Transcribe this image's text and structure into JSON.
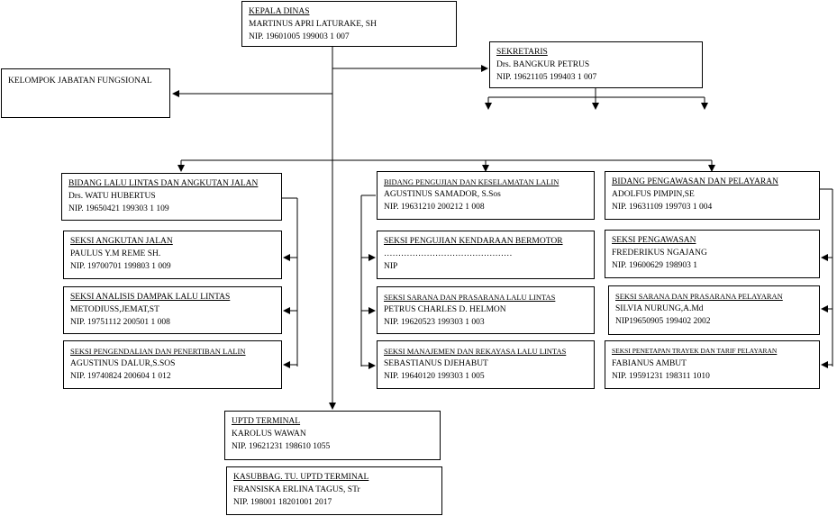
{
  "kepala": {
    "title": "KEPALA DINAS",
    "name": "MARTINUS APRI LATURAKE, SH",
    "nip": "NIP. 19601005 199003 1 007"
  },
  "sekretaris": {
    "title": "SEKRETARIS",
    "name": "Drs. BANGKUR PETRUS",
    "nip": "NIP. 19621105 199403 1 007"
  },
  "fungsional": {
    "title": "KELOMPOK JABATAN FUNGSIONAL"
  },
  "bidang_llaj": {
    "title": "BIDANG LALU LINTAS DAN ANGKUTAN JALAN",
    "name": "Drs. WATU HUBERTUS",
    "nip": "NIP. 19650421 199303 1 109"
  },
  "seksi_angkutan": {
    "title": "SEKSI ANGKUTAN JALAN",
    "name": "PAULUS Y.M REME SH.",
    "nip": "NIP. 19700701 199803 1 009"
  },
  "seksi_andal": {
    "title": "SEKSI ANALISIS DAMPAK LALU LINTAS",
    "name": "METODIUSS,JEMAT,ST",
    "nip": "NIP. 19751112 200501 1 008"
  },
  "seksi_pengendalian": {
    "title": "SEKSI PENGENDALIAN DAN PENERTIBAN LALIN",
    "name": "AGUSTINUS DALUR,S.SOS",
    "nip": "NIP. 19740824 200604 1 012"
  },
  "bidang_pengujian": {
    "title": "BIDANG PENGUJIAN DAN KESELAMATAN LALIN",
    "name": "AGUSTINUS SAMADOR, S.Sos",
    "nip": "NIP. 19631210 200212 1 008"
  },
  "seksi_pengujian_kendaraan": {
    "title": "SEKSI PENGUJIAN KENDARAAN BERMOTOR",
    "name": "………………………………………",
    "nip": "NIP"
  },
  "seksi_sarpras_lalin": {
    "title": "SEKSI SARANA DAN PRASARANA LALU LINTAS",
    "name": "PETRUS CHARLES D. HELMON",
    "nip": "NIP. 19620523 199303 1 003"
  },
  "seksi_manajemen": {
    "title": "SEKSI MANAJEMEN DAN REKAYASA LALU LINTAS",
    "name": "SEBASTIANUS DJEHABUT",
    "nip": "NIP. 19640120 199303 1 005"
  },
  "bidang_pengawasan": {
    "title": "BIDANG PENGAWASAN DAN PELAYARAN",
    "name": "ADOLFUS PIMPIN,SE",
    "nip": "NIP. 19631109  199703 1 004"
  },
  "seksi_pengawasan": {
    "title": "SEKSI PENGAWASAN",
    "name": "FREDERIKUS NGAJANG",
    "nip": "NIP. 19600629 198903 1"
  },
  "seksi_sarpras_pelayaran": {
    "title": "SEKSI SARANA DAN PRASARANA PELAYARAN",
    "name": "SILVIA NURUNG,A.Md",
    "nip": "NIP19650905 199402 2002"
  },
  "seksi_trayek": {
    "title": "SEKSI PENETAPAN TRAYEK DAN TARIF PELAYARAN",
    "name": "FABIANUS AMBUT",
    "nip": "NIP. 19591231 198311 1010"
  },
  "uptd": {
    "title": "UPTD TERMINAL",
    "name": "KAROLUS WAWAN",
    "nip": "NIP. 19621231 198610 1055"
  },
  "kasubbag": {
    "title": "KASUBBAG. TU. UPTD TERMINAL",
    "name": "FRANSISKA ERLINA TAGUS, STr",
    "nip": "NIP. 198001 18201001 2017"
  }
}
